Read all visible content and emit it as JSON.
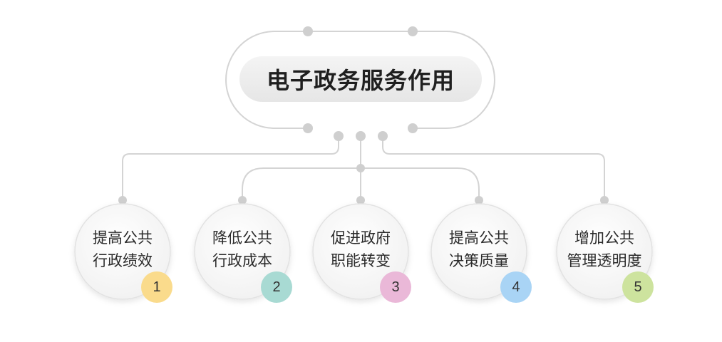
{
  "title": "电子政务服务作用",
  "nodes": [
    {
      "line1": "提高公共",
      "line2": "行政绩效",
      "number": "1",
      "color": "#fadb8c"
    },
    {
      "line1": "降低公共",
      "line2": "行政成本",
      "number": "2",
      "color": "#a8dad3"
    },
    {
      "line1": "促进政府",
      "line2": "职能转变",
      "number": "3",
      "color": "#eab8d8"
    },
    {
      "line1": "提高公共",
      "line2": "决策质量",
      "number": "4",
      "color": "#a9d4f5"
    },
    {
      "line1": "增加公共",
      "line2": "管理透明度",
      "number": "5",
      "color": "#cde39e"
    }
  ],
  "colors": {
    "line": "#d4d4d4",
    "dot": "#cfcfcf",
    "title_pill": "#ececec"
  }
}
